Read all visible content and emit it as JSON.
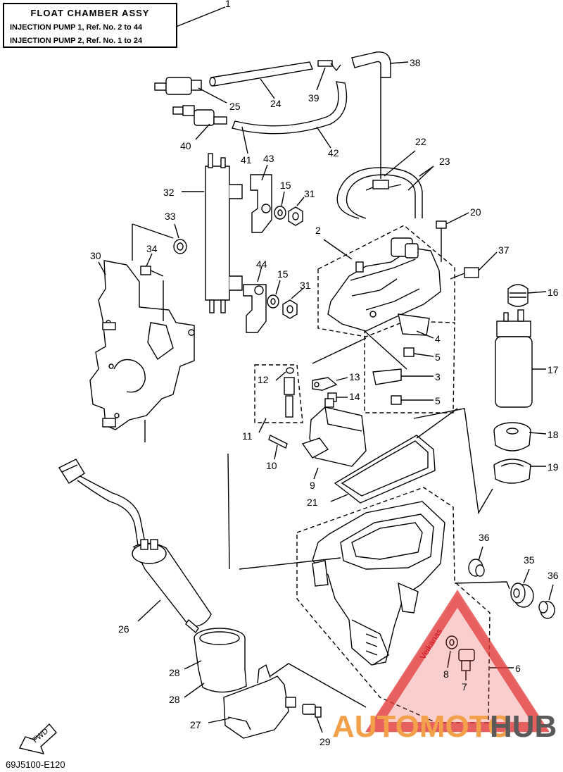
{
  "title_box": {
    "line1": "FLOAT CHAMBER ASSY",
    "line2": "INJECTION PUMP 1, Ref. No. 2 to 44",
    "line3": "INJECTION PUMP 2, Ref. No. 1 to 24"
  },
  "parts": {
    "p1": "1",
    "p2": "2",
    "p3": "3",
    "p4": "4",
    "p5a": "5",
    "p5b": "5",
    "p6": "6",
    "p7": "7",
    "p8": "8",
    "p9": "9",
    "p10": "10",
    "p11": "11",
    "p12": "12",
    "p13": "13",
    "p14": "14",
    "p15a": "15",
    "p15b": "15",
    "p16": "16",
    "p17": "17",
    "p18": "18",
    "p19": "19",
    "p20": "20",
    "p21": "21",
    "p22": "22",
    "p23": "23",
    "p24": "24",
    "p25": "25",
    "p26": "26",
    "p27": "27",
    "p28a": "28",
    "p28b": "28",
    "p29": "29",
    "p30": "30",
    "p31a": "31",
    "p31b": "31",
    "p32": "32",
    "p33": "33",
    "p34": "34",
    "p35": "35",
    "p36a": "36",
    "p36b": "36",
    "p37": "37",
    "p38": "38",
    "p39": "39",
    "p40": "40",
    "p41": "41",
    "p42": "42",
    "p43": "43",
    "p44": "44"
  },
  "fwd_label": "FWD",
  "diagram_code": "69J5100-E120",
  "watermark": {
    "brand_part1": "AUTOMOTO",
    "brand_part2": "HUB",
    "triangle_label": "Veikanas",
    "primary_color": "#e23a3a",
    "accent_color": "#f2a14a",
    "dark_color": "#5a5a5a"
  }
}
